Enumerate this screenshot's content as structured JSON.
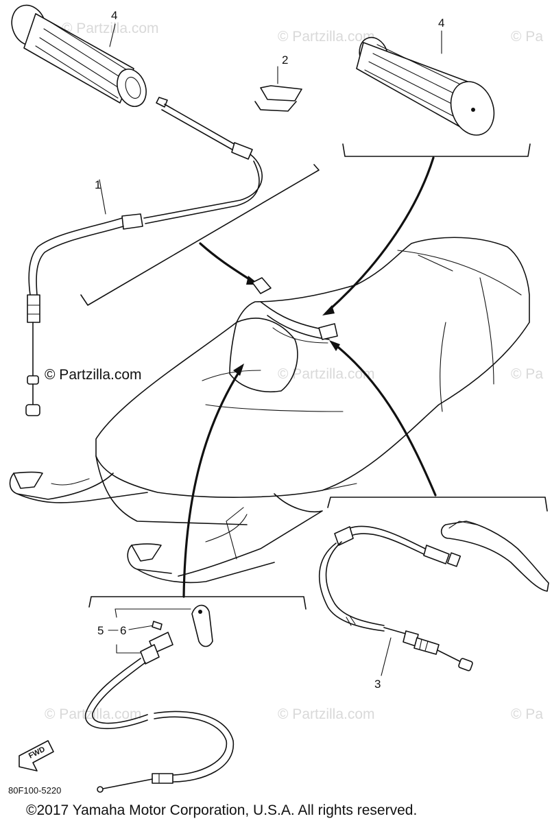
{
  "callouts": {
    "grip_left": "4",
    "grip_right": "4",
    "clip": "2",
    "throttle_cable": "1",
    "brake_cable": "3",
    "switch_a": "5",
    "switch_b": "6"
  },
  "part_code": "80F100-5220",
  "copyright": "©2017 Yamaha Motor Corporation, U.S.A. All rights reserved.",
  "watermark": "© Partzilla.com",
  "watermark_short": "© Pa",
  "fwd_label": "FWD"
}
